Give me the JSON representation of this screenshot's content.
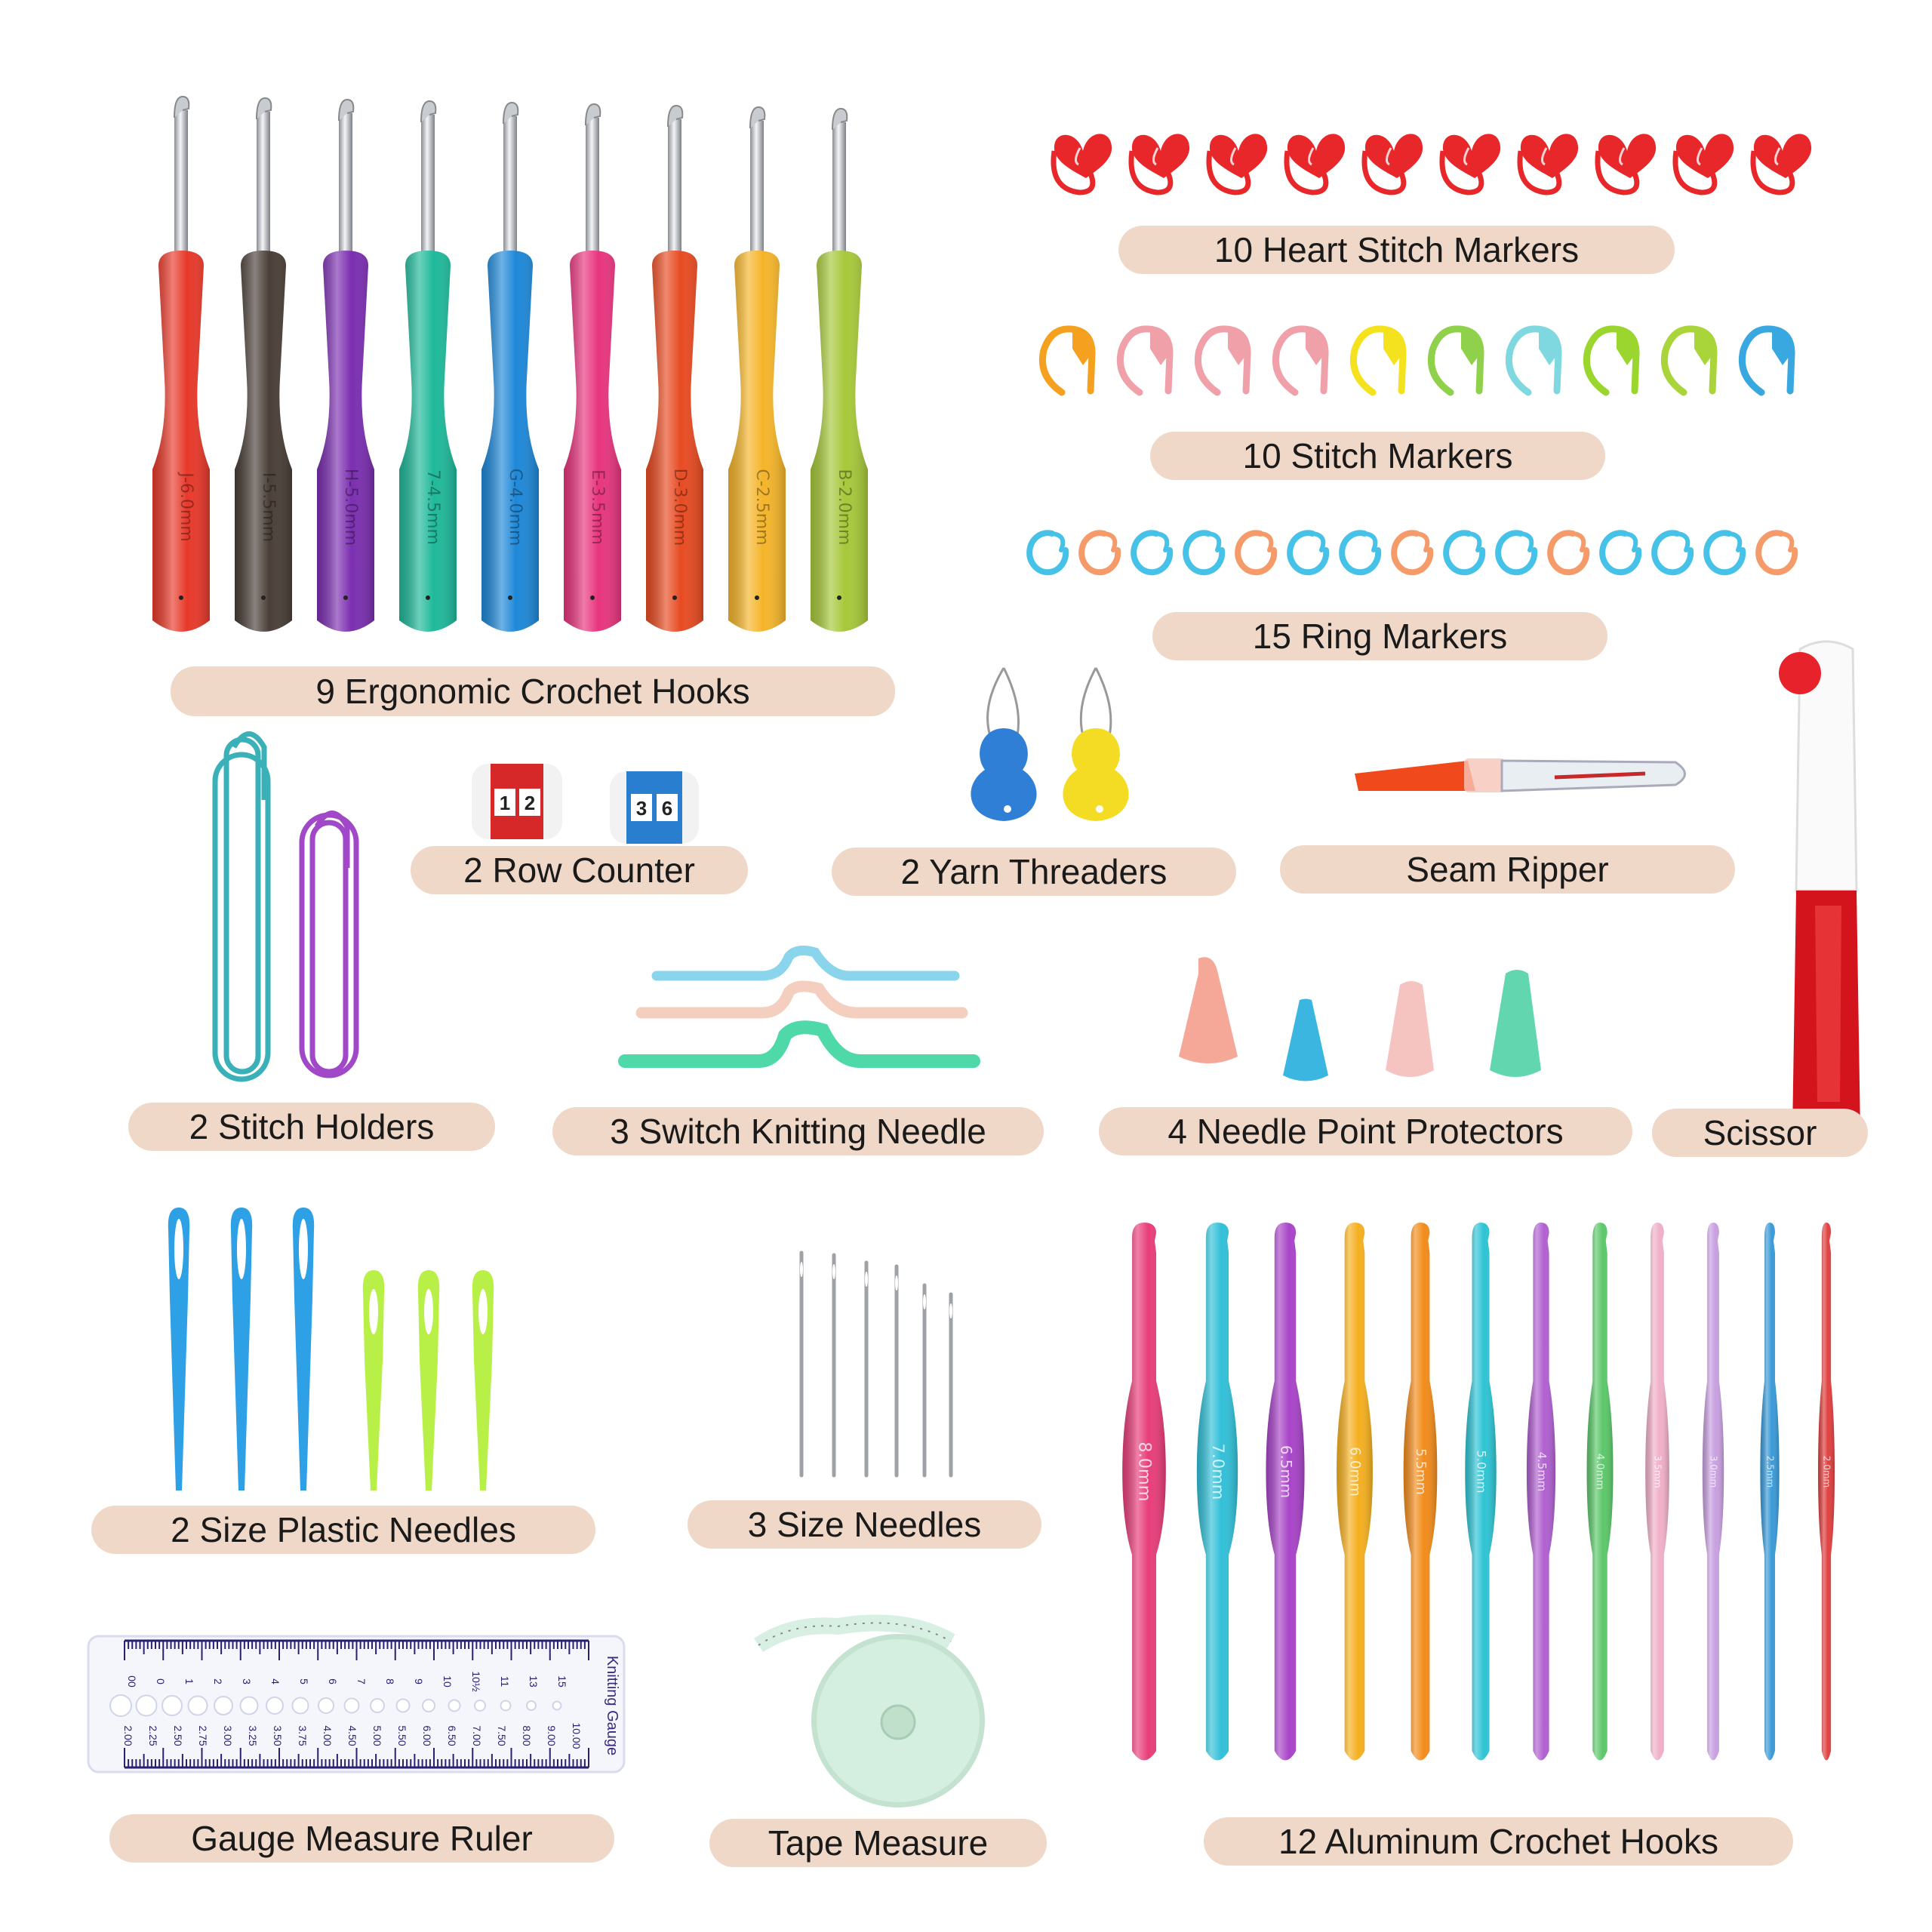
{
  "labels": {
    "ergonomic_hooks": "9  Ergonomic Crochet Hooks",
    "heart_markers": "10  Heart  Stitch  Markers",
    "stitch_markers": "10  Stitch  Markers",
    "ring_markers": "15  Ring  Markers",
    "stitch_holders": "2  Stitch Holders",
    "row_counter": "2  Row Counter",
    "yarn_threaders": "2 Yarn Threaders",
    "seam_ripper": "Seam Ripper",
    "switch_needle": "3  Switch Knitting Needle",
    "point_protectors": "4  Needle Point Protectors",
    "scissor": "Scissor",
    "plastic_needles": "2  Size Plastic Needles",
    "size_needles": "3 Size Needles",
    "gauge_ruler": "Gauge Measure Ruler",
    "tape_measure": "Tape Measure",
    "aluminum_hooks": "12 Aluminum Crochet Hooks"
  },
  "colors": {
    "label_bg": "#f0d8c8",
    "ergonomic_hooks": [
      "#e8392a",
      "#4a3f38",
      "#7b2fb0",
      "#1fb99a",
      "#1e88d8",
      "#e8357e",
      "#e84b22",
      "#f5b52a",
      "#a7c83a"
    ],
    "heart_markers": "#e8272a",
    "stitch_markers": [
      "#f5a01e",
      "#f0a0a8",
      "#f0a0a8",
      "#f0a0a8",
      "#f5e21e",
      "#8fd14a",
      "#7fd7e0",
      "#9ad62e",
      "#a9d43a",
      "#3aa8e0"
    ],
    "ring_markers": [
      "#46c2e8",
      "#f59b6a",
      "#46c2e8",
      "#46c2e8",
      "#f59b6a",
      "#46c2e8",
      "#46c2e8",
      "#f59b6a",
      "#46c2e8",
      "#46c2e8",
      "#f59b6a",
      "#46c2e8",
      "#46c2e8",
      "#46c2e8",
      "#f59b6a"
    ],
    "aluminum_hooks": [
      "#e83d7a",
      "#32c0d8",
      "#a844c8",
      "#f5b020",
      "#f28c1c",
      "#2ec4d4",
      "#b060d0",
      "#5cc86a",
      "#f0b0c8",
      "#c8a0e0",
      "#3a9ad8",
      "#e04040"
    ]
  },
  "ergonomic_hook_sizes": [
    "J-6.0mm",
    "I-5.5mm",
    "H-5.0mm",
    "7-4.5mm",
    "G-4.0mm",
    "E-3.5mm",
    "D-3.0mm",
    "C-2.5mm",
    "B-2.0mm"
  ],
  "aluminum_hook_sizes": [
    "8.0mm",
    "7.0mm",
    "6.5mm",
    "6.0mm",
    "5.5mm",
    "5.0mm",
    "4.5mm",
    "4.0mm",
    "3.5mm",
    "3.0mm",
    "2.5mm",
    "2.0mm"
  ],
  "row_counter": {
    "left_digits": [
      "1",
      "2"
    ],
    "right_digits": [
      "3",
      "6"
    ]
  },
  "ruler": {
    "title": "Knitting Gauge",
    "us_sizes": [
      "00",
      "0",
      "1",
      "2",
      "3",
      "4",
      "5",
      "6",
      "7",
      "8",
      "9",
      "10",
      "10½",
      "11",
      "13",
      "15"
    ],
    "mm_sizes": [
      "2.00",
      "2.25",
      "2.50",
      "2.75",
      "3.00",
      "3.25",
      "3.50",
      "3.75",
      "4.00",
      "4.50",
      "5.00",
      "5.50",
      "6.00",
      "6.50",
      "7.00",
      "7.50",
      "8.00",
      "9.00",
      "10.00"
    ]
  }
}
